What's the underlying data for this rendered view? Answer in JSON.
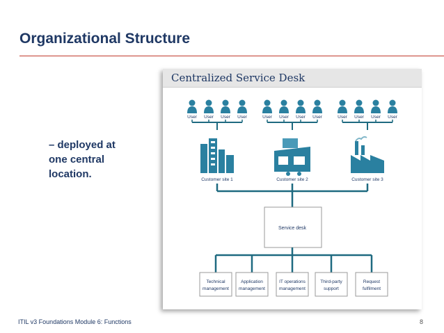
{
  "slide": {
    "title": "Organizational Structure",
    "bullet_lines": [
      "– deployed at",
      "one central",
      "location."
    ],
    "footer": "ITIL v3 Foundations Module 6: Functions",
    "page_number": "8"
  },
  "diagram": {
    "title": "Centralized Service Desk",
    "user_label": "User",
    "customer_sites": [
      "Customer site 1",
      "Customer site 2",
      "Customer site 3"
    ],
    "service_desk": "Service desk",
    "functions": [
      [
        "Technical",
        "management"
      ],
      [
        "Application",
        "management"
      ],
      [
        "IT operations",
        "management"
      ],
      [
        "Third-party",
        "support"
      ],
      [
        "Request",
        "fulfilment"
      ]
    ],
    "colors": {
      "line": "#1e6a80",
      "icon": "#2a80a0",
      "text": "#1f3864",
      "accent": "#c0392b"
    }
  }
}
